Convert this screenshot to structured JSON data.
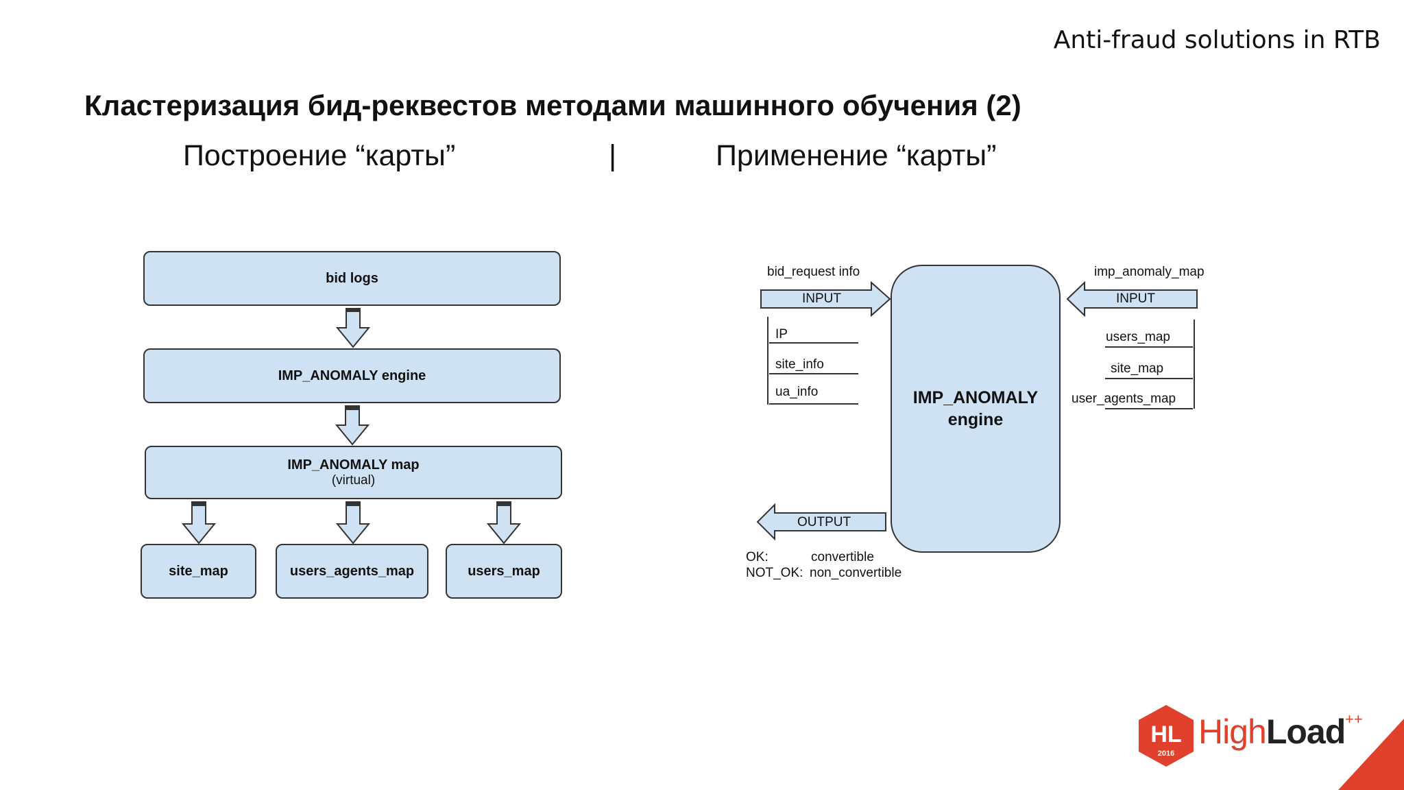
{
  "header": {
    "tag": "Anti-fraud solutions in RTB"
  },
  "title": "Кластеризация бид-реквестов методами машинного обучения (2)",
  "subtitles": {
    "left": "Построение “карты”",
    "separator": "|",
    "right": "Применение “карты”"
  },
  "left_diagram": {
    "bid_logs": "bid logs",
    "engine": "IMP_ANOMALY engine",
    "map_title": "IMP_ANOMALY map",
    "map_sub": "(virtual)",
    "outputs": [
      "site_map",
      "users_agents_map",
      "users_map"
    ]
  },
  "right_diagram": {
    "engine_line1": "IMP_ANOMALY",
    "engine_line2": "engine",
    "left_input_label": "bid_request info",
    "input_arrow": "INPUT",
    "left_fields": [
      "IP",
      "site_info",
      "ua_info"
    ],
    "right_input_label": "imp_anomaly_map",
    "right_fields": [
      "users_map",
      "site_map",
      "user_agents_map"
    ],
    "output_arrow": "OUTPUT",
    "ok_key": "OK:",
    "ok_val": "convertible",
    "notok_key": "NOT_OK:",
    "notok_val": "non_convertible"
  },
  "logo": {
    "badge": "HL",
    "year": "2016",
    "high": "High",
    "load": "Load",
    "plus": "++"
  },
  "colors": {
    "box_fill": "#cfe2f3",
    "brand_red": "#e0402c"
  }
}
